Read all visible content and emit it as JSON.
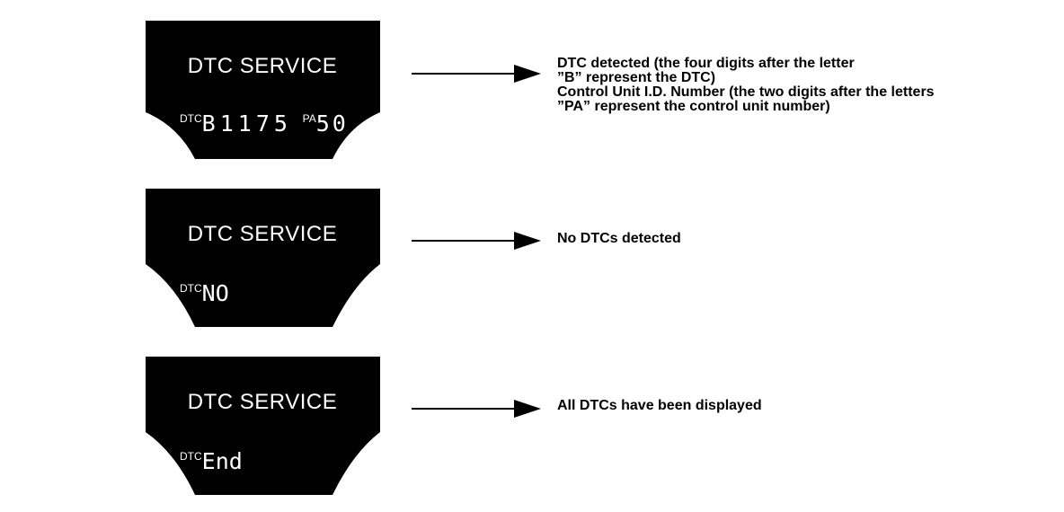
{
  "colors": {
    "screen": "#000000",
    "text": "#ffffff",
    "arrow": "#000000",
    "description": "#000000"
  },
  "panels": [
    {
      "title": "DTC SERVICE",
      "dtc_prefix": "DTC",
      "code": "B1175",
      "pa_prefix": "PA",
      "pa_value": "50",
      "description_lines": [
        "DTC detected (the four digits after the letter",
        " ”B” represent the DTC)",
        "Control Unit I.D. Number (the two digits after the letters",
        "”PA” represent the control unit number)"
      ]
    },
    {
      "title": "DTC SERVICE",
      "dtc_prefix": "DTC",
      "code": "NO",
      "description_lines": [
        "No DTCs detected"
      ]
    },
    {
      "title": "DTC SERVICE",
      "dtc_prefix": "DTC",
      "code": "End",
      "description_lines": [
        "All DTCs have been displayed"
      ]
    }
  ]
}
